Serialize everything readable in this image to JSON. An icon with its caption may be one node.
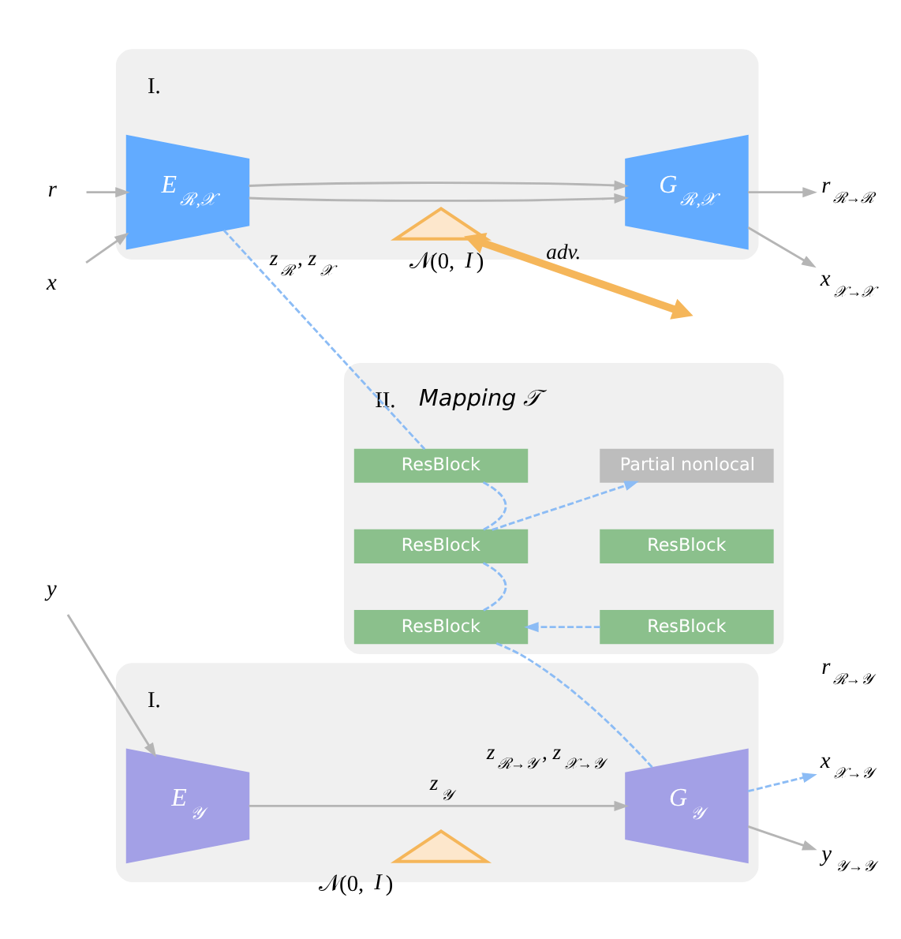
{
  "diagram": {
    "nodes": [
      {
        "text": [
          "r"
        ]
      },
      {
        "text": [
          "x"
        ]
      },
      {
        "text": [
          "I."
        ]
      },
      {
        "text": [
          "E$_{ℛ,𝒳}$"
        ],
        "in": 2
      },
      {
        "text": [],
        "shape": "picture",
        "beside": [
          "𝒩(0, *I*)"
        ],
        "in": 2
      },
      {
        "text": [
          "G$_{ℛ,𝒳}$"
        ],
        "in": 2
      },
      {
        "text": [
          "r$_{ℛ→ℛ}$"
        ]
      },
      {
        "text": [
          "x$_{𝒳→𝒳}$"
        ]
      },
      {
        "text": [
          "II.",
          "Mapping 𝒯"
        ]
      },
      {
        "text": [
          "ResBlock"
        ],
        "in": 8
      },
      {
        "text": [
          "ResBlock"
        ],
        "in": 8
      },
      {
        "text": [
          "Partial nonlocal"
        ],
        "in": 8
      },
      {
        "text": [
          "ResBlock"
        ],
        "in": 8
      },
      {
        "text": [
          "ResBlock"
        ],
        "in": 8
      },
      {
        "text": [
          "ResBlock"
        ],
        "in": 8
      },
      {
        "text": [
          "y"
        ]
      },
      {
        "text": [
          "I."
        ]
      },
      {
        "text": [
          "E$_{𝒴}$"
        ],
        "in": 16
      },
      {
        "text": [],
        "shape": "picture",
        "beside": [
          "𝒩(0, *I*)"
        ],
        "in": 16
      },
      {
        "text": [
          "G$_{𝒴}$"
        ],
        "in": 16
      },
      {
        "text": [
          "x$_{𝒳→𝒴}$"
        ]
      },
      {
        "text": [
          "y$_{𝒴→𝒴}$"
        ]
      }
    ],
    "edges": [
      {
        "from": 0,
        "to": 3,
        "arrow": "to"
      },
      {
        "from": 1,
        "to": 3,
        "arrow": "to"
      },
      {
        "from": 3,
        "to": 5,
        "arrow": "to"
      },
      {
        "from": 3,
        "to": 5,
        "arrow": "to"
      },
      {
        "from": 4,
        "to": null,
        "arrow": "both",
        "label": "adv.",
        "style": "thick",
        "color": "#f5b65a"
      },
      {
        "from": 3,
        "to": 9,
        "arrow": "none",
        "label": "z$_{ℛ}$, z$_{𝒳}$",
        "style": "dashed",
        "color": "#8cbcf5"
      },
      {
        "from": 5,
        "to": 6,
        "arrow": "to"
      },
      {
        "from": 5,
        "to": 7,
        "arrow": "to"
      },
      {
        "from": 9,
        "to": 10,
        "arrow": "none",
        "style": "dashed",
        "color": "#8cbcf5"
      },
      {
        "from": 10,
        "to": 11,
        "arrow": "to",
        "style": "dashed",
        "color": "#8cbcf5"
      },
      {
        "from": 10,
        "to": 14,
        "arrow": "none",
        "style": "dashed",
        "color": "#8cbcf5"
      },
      {
        "from": 13,
        "to": 14,
        "arrow": "to",
        "style": "dashed",
        "color": "#8cbcf5"
      },
      {
        "from": 15,
        "to": 17,
        "arrow": "to"
      },
      {
        "from": 17,
        "to": 19,
        "arrow": "to",
        "label": "z$_{𝒴}$"
      },
      {
        "from": 14,
        "to": 19,
        "arrow": "none",
        "label": "z$_{ℛ→𝒴}$, z$_{𝒳→𝒴}$",
        "style": "dashed",
        "color": "#8cbcf5"
      },
      {
        "from": 19,
        "to": 20,
        "arrow": "to",
        "style": "dashed",
        "color": "#8cbcf5"
      },
      {
        "from": 19,
        "to": 21,
        "arrow": "to"
      }
    ],
    "labels": [
      "r$_{ℛ→𝒴}$"
    ]
  }
}
